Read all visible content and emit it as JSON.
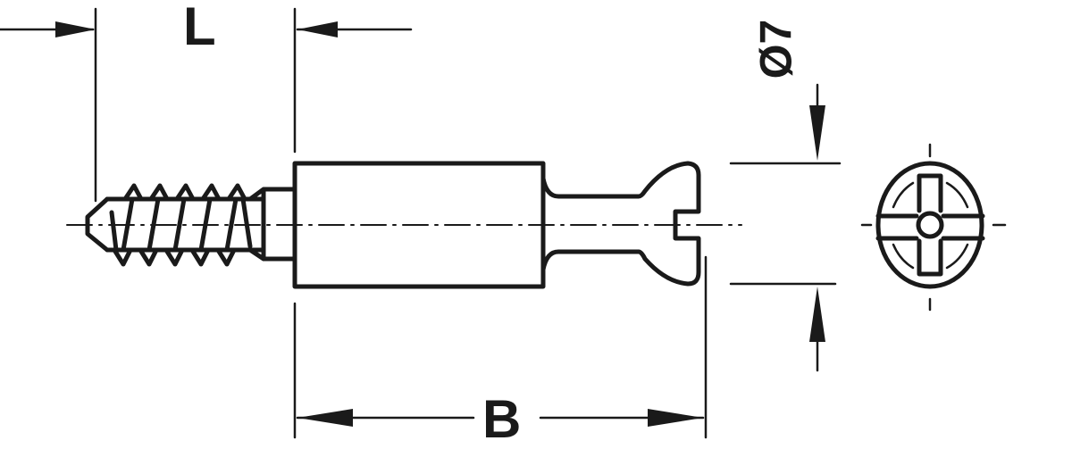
{
  "drawing": {
    "dimension_L": "L",
    "dimension_B": "B",
    "dimension_diameter": "Ø7",
    "line_color": "#1a1a1a",
    "background": "#ffffff"
  }
}
